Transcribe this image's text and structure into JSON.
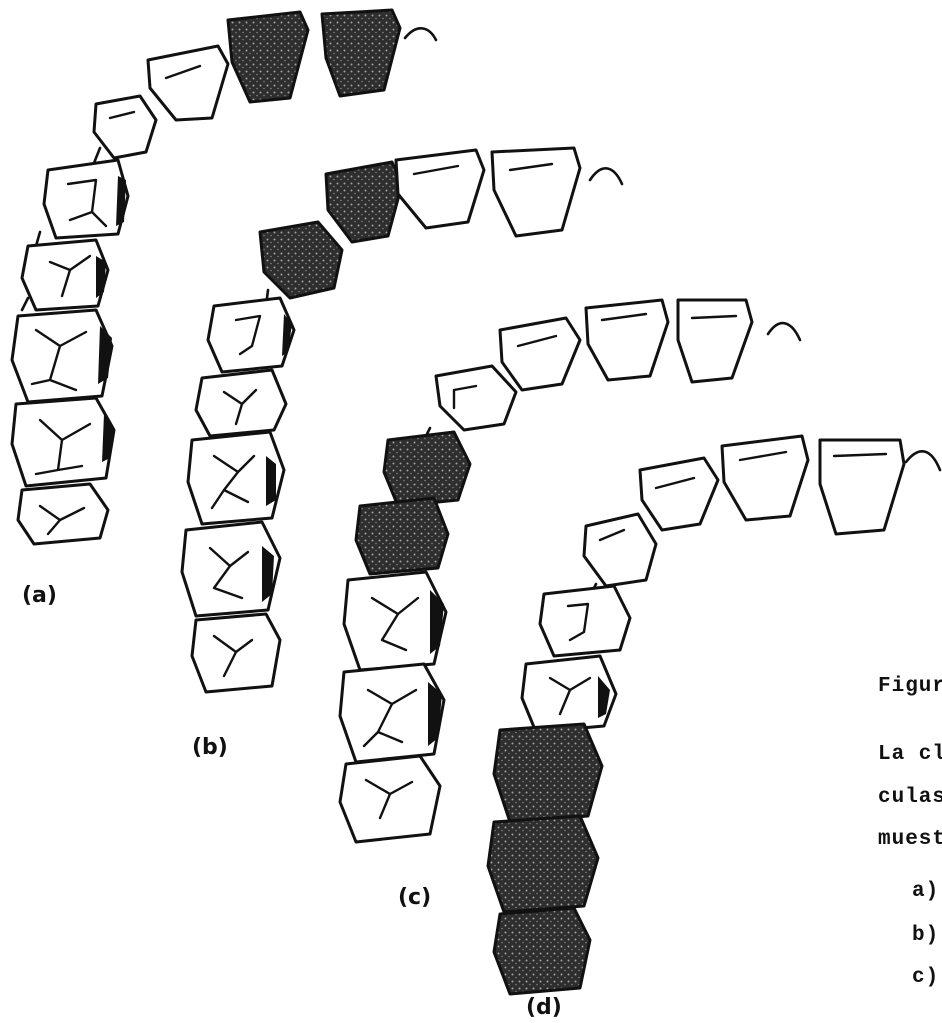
{
  "arch_labels": {
    "a": "(a)",
    "b": "(b)",
    "c": "(c)",
    "d": "(d)"
  },
  "caption": [
    "Figur",
    "La cl",
    "culas",
    "muest",
    "a)",
    "b)",
    "c)"
  ],
  "colors": {
    "line": "#111111",
    "shaded": "#3a3a3a",
    "background": "#ffffff"
  }
}
